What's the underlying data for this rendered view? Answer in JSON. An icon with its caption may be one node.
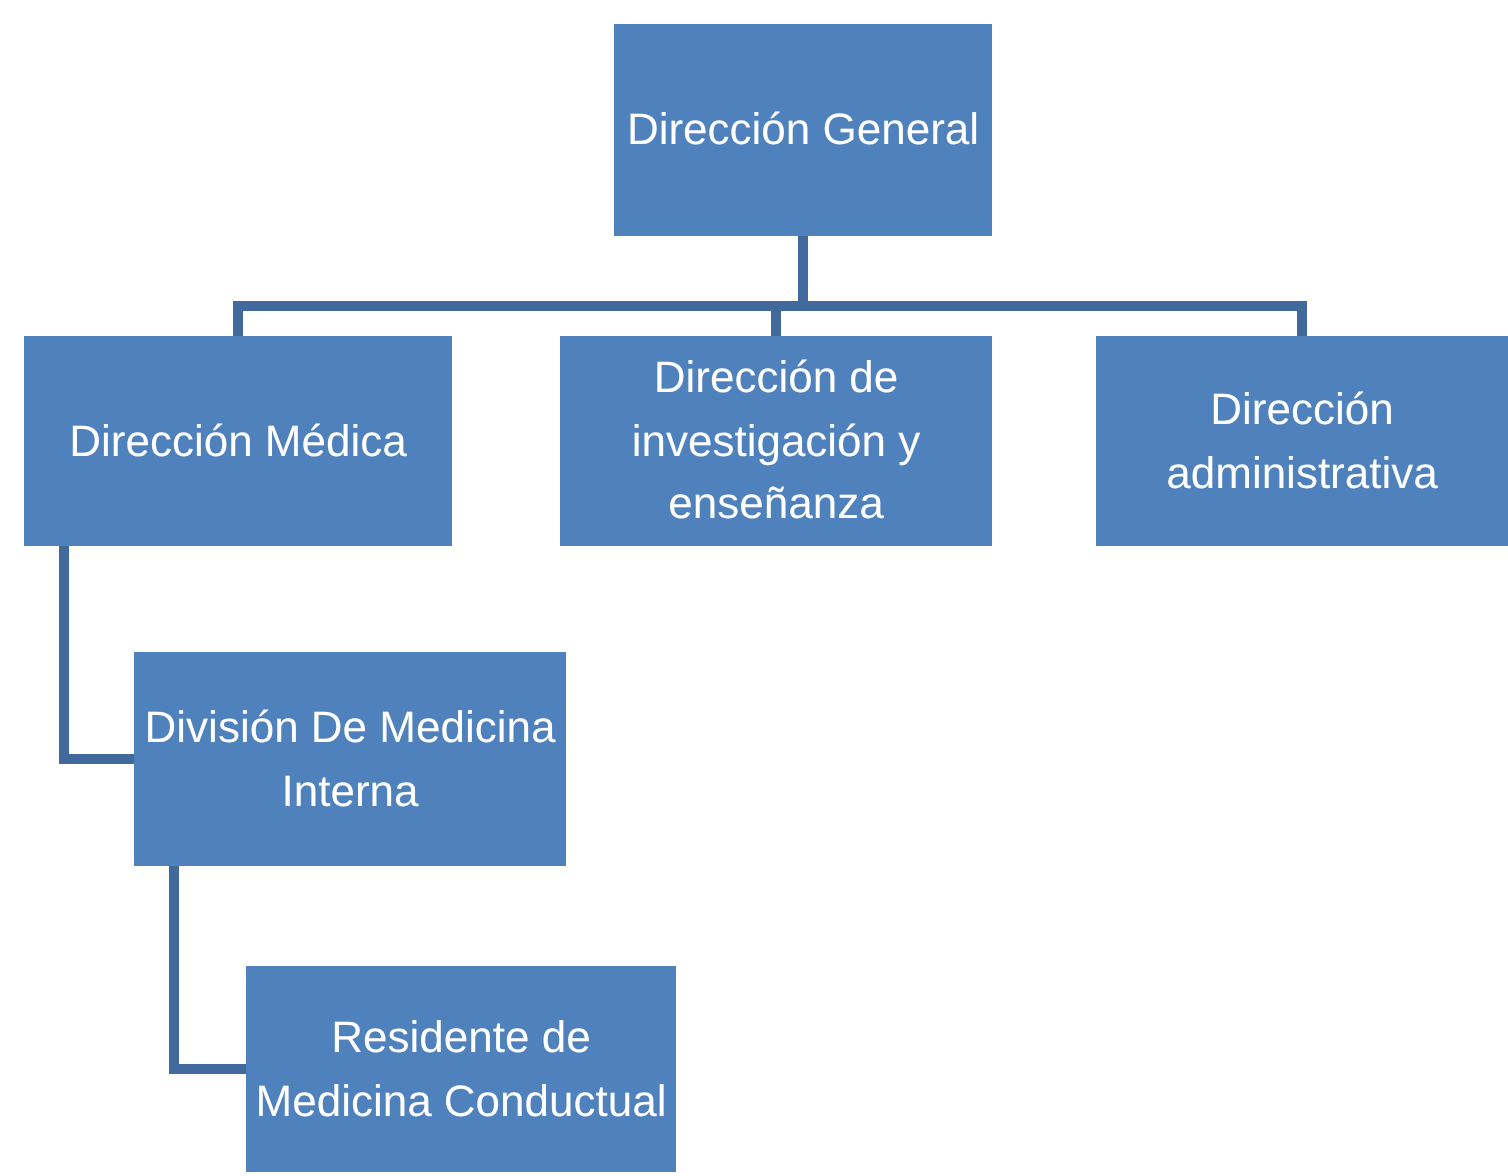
{
  "diagram": {
    "nodes": [
      {
        "text": [
          "Dirección General"
        ]
      },
      {
        "text": [
          "Dirección Médica"
        ]
      },
      {
        "text": [
          "Dirección de investigación y enseñanza"
        ]
      },
      {
        "text": [
          "Dirección administrativa"
        ]
      },
      {
        "text": [
          "División De Medicina Interna"
        ]
      },
      {
        "text": [
          "Residente de Medicina Conductual"
        ]
      }
    ],
    "edges": [
      {
        "from": 0,
        "to": 1,
        "arrow": "none"
      },
      {
        "from": 0,
        "to": 2,
        "arrow": "none"
      },
      {
        "from": 0,
        "to": 3,
        "arrow": "none"
      },
      {
        "from": 1,
        "to": 4,
        "arrow": "none"
      },
      {
        "from": 4,
        "to": 5,
        "arrow": "none"
      }
    ]
  }
}
